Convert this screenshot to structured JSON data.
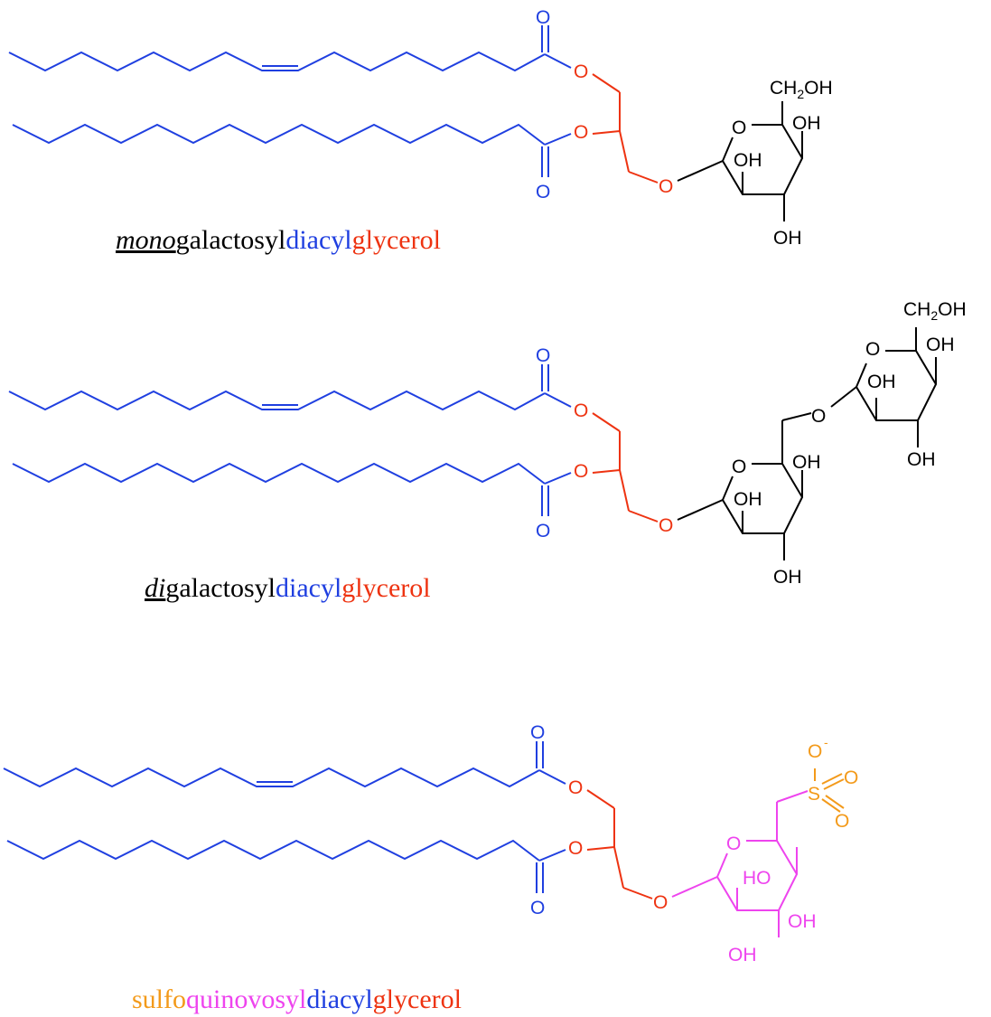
{
  "colors": {
    "acyl": "#1f3fe0",
    "glycerol": "#ee3311",
    "sugar": "#000000",
    "quinovose": "#ee44ee",
    "sulfo": "#f39a1a"
  },
  "labels": {
    "O": "O",
    "OH": "OH",
    "HO": "HO",
    "CH2OH_main": "CH",
    "CH2OH_sub": "2",
    "CH2OH_tail": "OH",
    "S": "S",
    "O_minus": "-"
  },
  "captions": {
    "mgdg": {
      "prefix": "mono",
      "galactosyl": "galactosyl",
      "diacyl": "diacyl",
      "glycerol": "glycerol"
    },
    "dgdg": {
      "prefix": "di",
      "galactosyl": "galactosyl",
      "diacyl": "diacyl",
      "glycerol": "glycerol"
    },
    "sqdg": {
      "sulfo": "sulfo",
      "quinovosyl": "quinovosyl",
      "diacyl": "diacyl",
      "glycerol": "glycerol"
    }
  }
}
